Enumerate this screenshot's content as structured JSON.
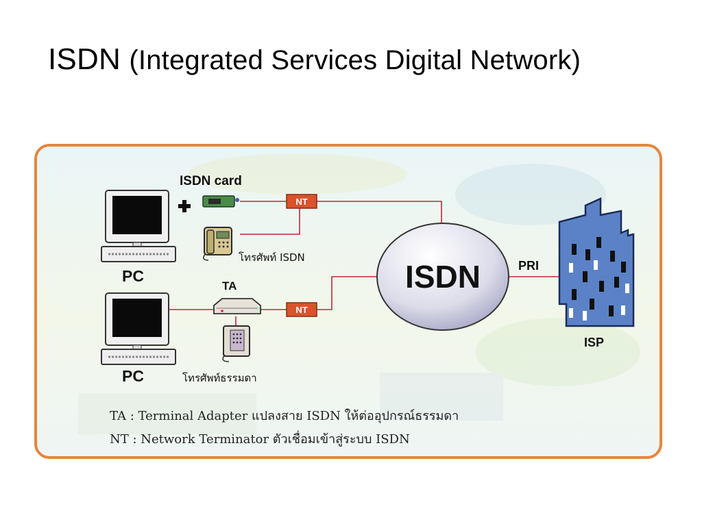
{
  "slide": {
    "title_main": "ISDN",
    "title_paren": "(Integrated Services Digital Network)"
  },
  "diagram": {
    "isdn_card_label": "ISDN card",
    "pc_label_top": "PC",
    "pc_label_bottom": "PC",
    "isdn_phone_label": "โทรศัพท์ ISDN",
    "ta_label": "TA",
    "normal_phone_label": "โทรศัพท์ธรรมดา",
    "nt_label_top": "NT",
    "nt_label_bottom": "NT",
    "cloud_label": "ISDN",
    "pri_label": "PRI",
    "isp_label": "ISP"
  },
  "legend": {
    "ta": "TA : Terminal Adapter แปลงสาย ISDN ให้ต่ออุปกรณ์ธรรมดา",
    "nt": "NT : Network Terminator ตัวเชื่อมเข้าสู่ระบบ ISDN"
  },
  "colors": {
    "border": "#e8853a",
    "nt_box": "#d9532b",
    "building": "#5b82c7",
    "link": "#c2263a"
  },
  "icons": {
    "plus": "plus-icon",
    "isdn_card": "isdn-card-icon",
    "pc": "computer-icon",
    "isdn_phone": "isdn-phone-icon",
    "normal_phone": "telephone-icon",
    "ta": "terminal-adapter-icon",
    "isp": "building-icon"
  }
}
